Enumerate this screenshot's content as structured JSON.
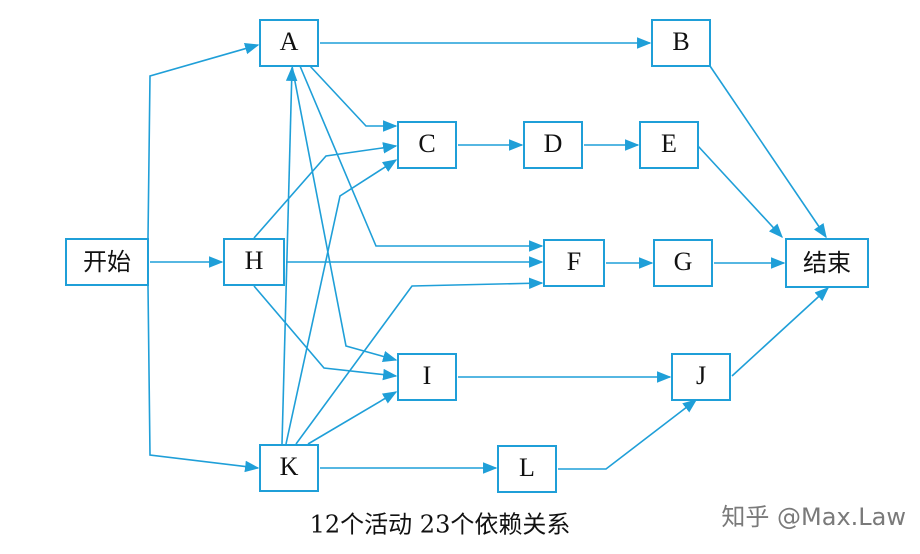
{
  "nodes": {
    "start": "开始",
    "A": "A",
    "B": "B",
    "C": "C",
    "D": "D",
    "E": "E",
    "F": "F",
    "G": "G",
    "H": "H",
    "I": "I",
    "J": "J",
    "K": "K",
    "L": "L",
    "end": "结束"
  },
  "edges": [
    [
      "start",
      "A"
    ],
    [
      "start",
      "H"
    ],
    [
      "start",
      "K"
    ],
    [
      "A",
      "B"
    ],
    [
      "A",
      "C"
    ],
    [
      "A",
      "F"
    ],
    [
      "A",
      "I"
    ],
    [
      "H",
      "C"
    ],
    [
      "H",
      "F"
    ],
    [
      "H",
      "I"
    ],
    [
      "K",
      "C"
    ],
    [
      "K",
      "F"
    ],
    [
      "K",
      "I"
    ],
    [
      "K",
      "L"
    ],
    [
      "K",
      "A"
    ],
    [
      "C",
      "D"
    ],
    [
      "D",
      "E"
    ],
    [
      "F",
      "G"
    ],
    [
      "I",
      "J"
    ],
    [
      "L",
      "J"
    ],
    [
      "B",
      "end"
    ],
    [
      "E",
      "end"
    ],
    [
      "G",
      "end"
    ],
    [
      "J",
      "end"
    ]
  ],
  "caption": "12个活动  23个依赖关系",
  "watermark": "知乎 @Max.Law",
  "colors": {
    "accent": "#1f9fd8"
  }
}
